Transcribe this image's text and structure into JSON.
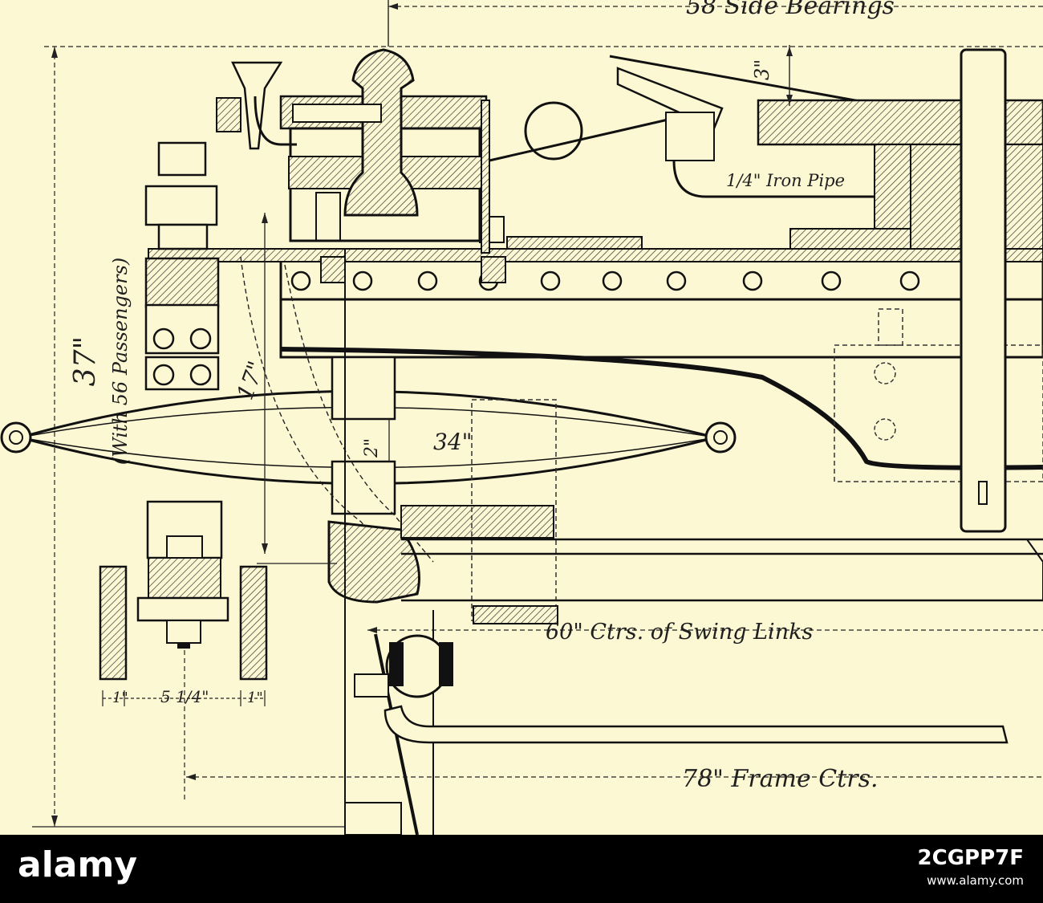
{
  "labels": {
    "side_bearings": "58 Side Bearings",
    "height_3": "3\"",
    "iron_pipe": "1/4\" Iron Pipe",
    "height_37": "37\"",
    "with_passengers": "(With 56 Passengers)",
    "dim_17": "17\"",
    "dim_2": "2\"",
    "dim_34": "34\"",
    "swing_links": "60\" Ctrs. of Swing Links",
    "dim_1_left": "1\"",
    "dim_5_1_4": "5 1/4\"",
    "dim_1_right": "1\"",
    "frame_ctrs": "78\" Frame Ctrs."
  },
  "watermark": {
    "logo": "alamy",
    "image_id": "2CGPP7F",
    "url": "www.alamy.com"
  },
  "colors": {
    "paper": "#fdf8d4",
    "ink": "#1f1f1f",
    "band": "#000000",
    "watermark_text": "#ffffff"
  }
}
